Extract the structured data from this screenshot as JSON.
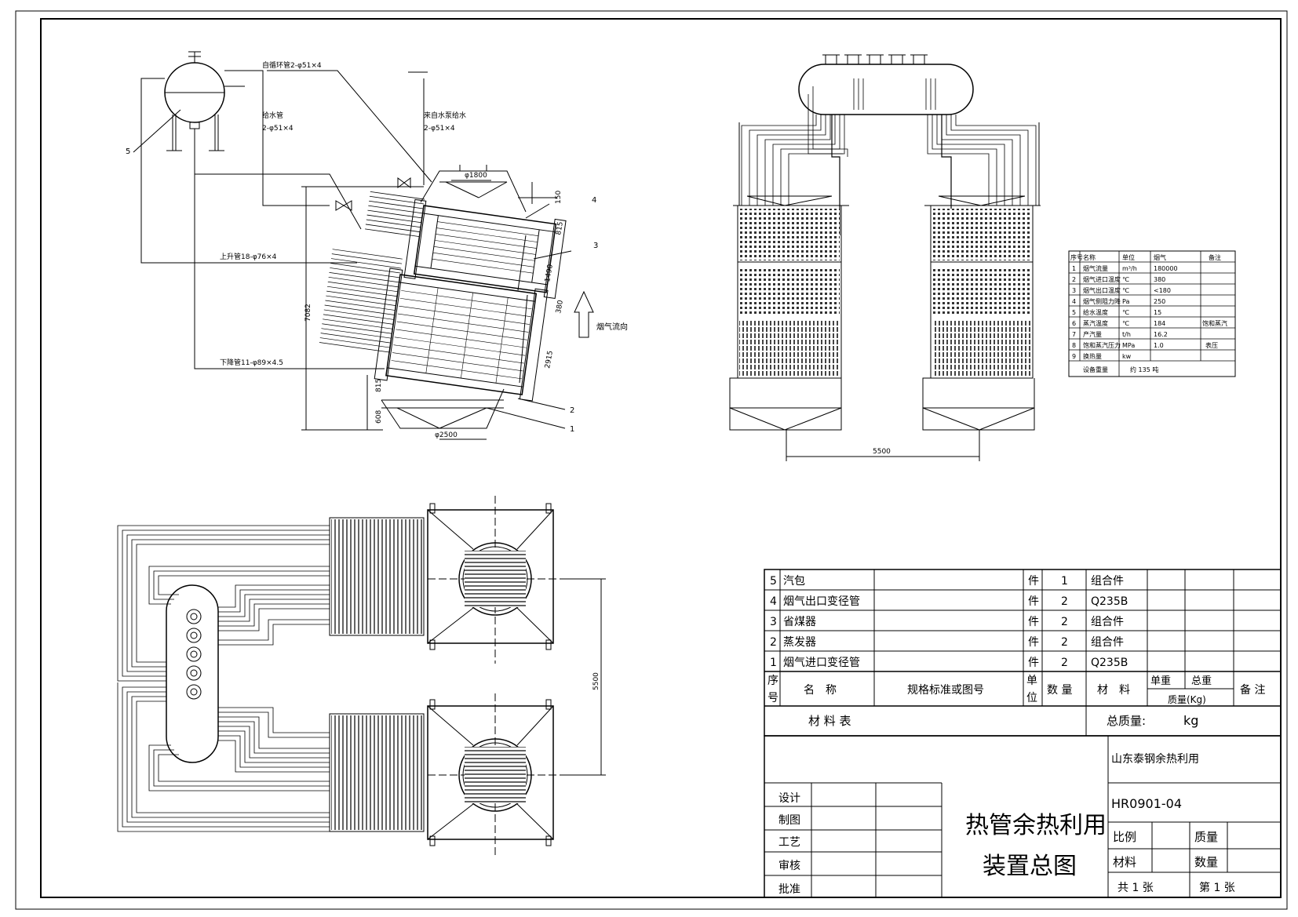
{
  "side_view": {
    "labels": {
      "feed_pipe_top": "自循环管2-φ51×4",
      "feed_pipe": "给水管",
      "feed_pipe_spec": "2-φ51×4",
      "from_pump": "来自水泵给水",
      "from_pump_spec": "2-φ51×4",
      "riser": "上升管18-φ76×4",
      "downcomer": "下降管11-φ89×4.5",
      "flue_flow": "烟气流向"
    },
    "dims": {
      "top_dia": "φ1800",
      "bot_dia": "φ2500",
      "height": "7082",
      "d150": "150",
      "d815a": "815",
      "d1490": "1490",
      "d380": "380",
      "d2915": "2915",
      "d815b": "815",
      "d608": "608"
    },
    "callouts": [
      "1",
      "2",
      "3",
      "4",
      "5"
    ]
  },
  "front_view": {
    "spacing": "5500"
  },
  "plan_view": {
    "spacing": "5500"
  },
  "param_table": {
    "headers": [
      "序号",
      "名称",
      "单位",
      "烟气",
      "备注"
    ],
    "rows": [
      [
        "1",
        "烟气流量",
        "m³/h",
        "180000",
        ""
      ],
      [
        "2",
        "烟气进口温度",
        "℃",
        "380",
        ""
      ],
      [
        "3",
        "烟气出口温度",
        "℃",
        "<180",
        ""
      ],
      [
        "4",
        "烟气侧阻力降",
        "Pa",
        "250",
        ""
      ],
      [
        "5",
        "给水温度",
        "℃",
        "15",
        ""
      ],
      [
        "6",
        "蒸汽温度",
        "℃",
        "184",
        "饱和蒸汽"
      ],
      [
        "7",
        "产汽量",
        "t/h",
        "16.2",
        ""
      ],
      [
        "8",
        "饱和蒸汽压力",
        "MPa",
        "1.0",
        "表压"
      ],
      [
        "9",
        "换热量",
        "kw",
        "",
        ""
      ]
    ],
    "last_row": {
      "label": "设备重量",
      "value": "约 135 吨"
    }
  },
  "bom": {
    "rows": [
      {
        "no": "5",
        "name": "汽包",
        "unit": "件",
        "qty": "1",
        "material": "组合件"
      },
      {
        "no": "4",
        "name": "烟气出口变径管",
        "unit": "件",
        "qty": "2",
        "material": "Q235B"
      },
      {
        "no": "3",
        "name": "省煤器",
        "unit": "件",
        "qty": "2",
        "material": "组合件"
      },
      {
        "no": "2",
        "name": "蒸发器",
        "unit": "件",
        "qty": "2",
        "material": "组合件"
      },
      {
        "no": "1",
        "name": "烟气进口变径管",
        "unit": "件",
        "qty": "2",
        "material": "Q235B"
      }
    ],
    "header": {
      "no1": "序",
      "no2": "号",
      "name": "名　称",
      "spec": "规格标准或图号",
      "unit1": "单",
      "unit2": "位",
      "qty": "数 量",
      "material": "材　料",
      "unit_weight": "单重",
      "total_weight": "总重",
      "mass_unit": "质量(Kg)",
      "remark": "备 注"
    },
    "table_label": "材 料 表",
    "total_mass_label": "总质量:",
    "total_mass_unit": "kg"
  },
  "title_block": {
    "company": "山东泰钢余热利用",
    "drawing_no": "HR0901-04",
    "title_line1": "热管余热利用",
    "title_line2": "装置总图",
    "roles": [
      "设计",
      "制图",
      "工艺",
      "审核",
      "批准"
    ],
    "scale_label": "比例",
    "quality_label": "质量",
    "material_label": "材料",
    "quantity_label": "数量",
    "sheets_total": "共 1 张",
    "sheet_no": "第 1 张"
  }
}
